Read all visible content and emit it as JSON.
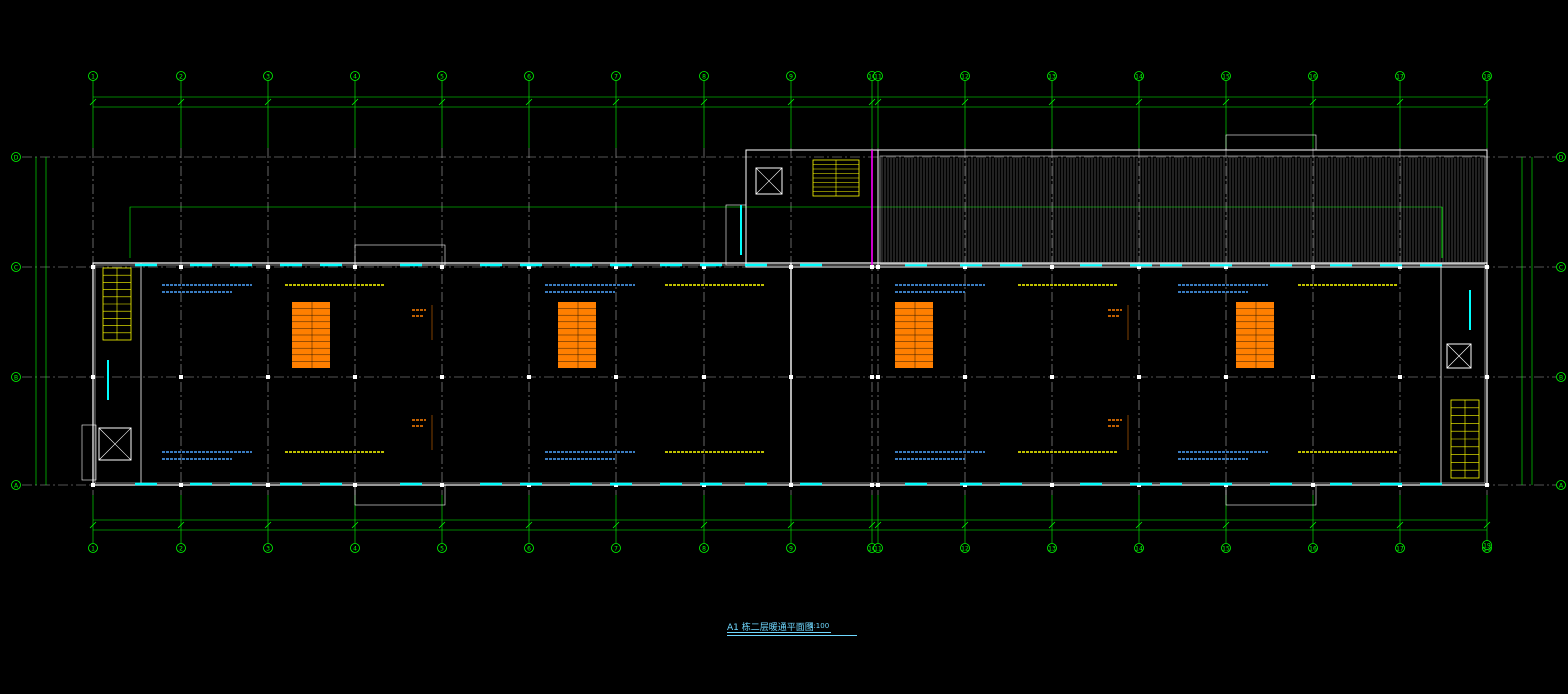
{
  "drawing": {
    "title": "A1 栋二层暖通平面图",
    "scale": "1:100",
    "axis_numbers": [
      "1",
      "2",
      "3",
      "4",
      "5",
      "6",
      "7",
      "8",
      "9",
      "10",
      "11",
      "12",
      "13",
      "14",
      "15",
      "16",
      "17",
      "18",
      "19"
    ],
    "axis_letters": [
      "D",
      "C",
      "B",
      "A"
    ],
    "colors": {
      "background": "#000000",
      "grid_axis": "#00ff00",
      "walls": "#ffffff",
      "windows": "#00ffff",
      "stairs": "#ffff00",
      "equipment_tables": "#ff7f00",
      "notes_blue": "#4da6ff",
      "notes_yellow": "#ffff00",
      "centerline": "#aaaaaa",
      "accent_magenta": "#ff00ff"
    },
    "equipment_tables_count": 4
  }
}
